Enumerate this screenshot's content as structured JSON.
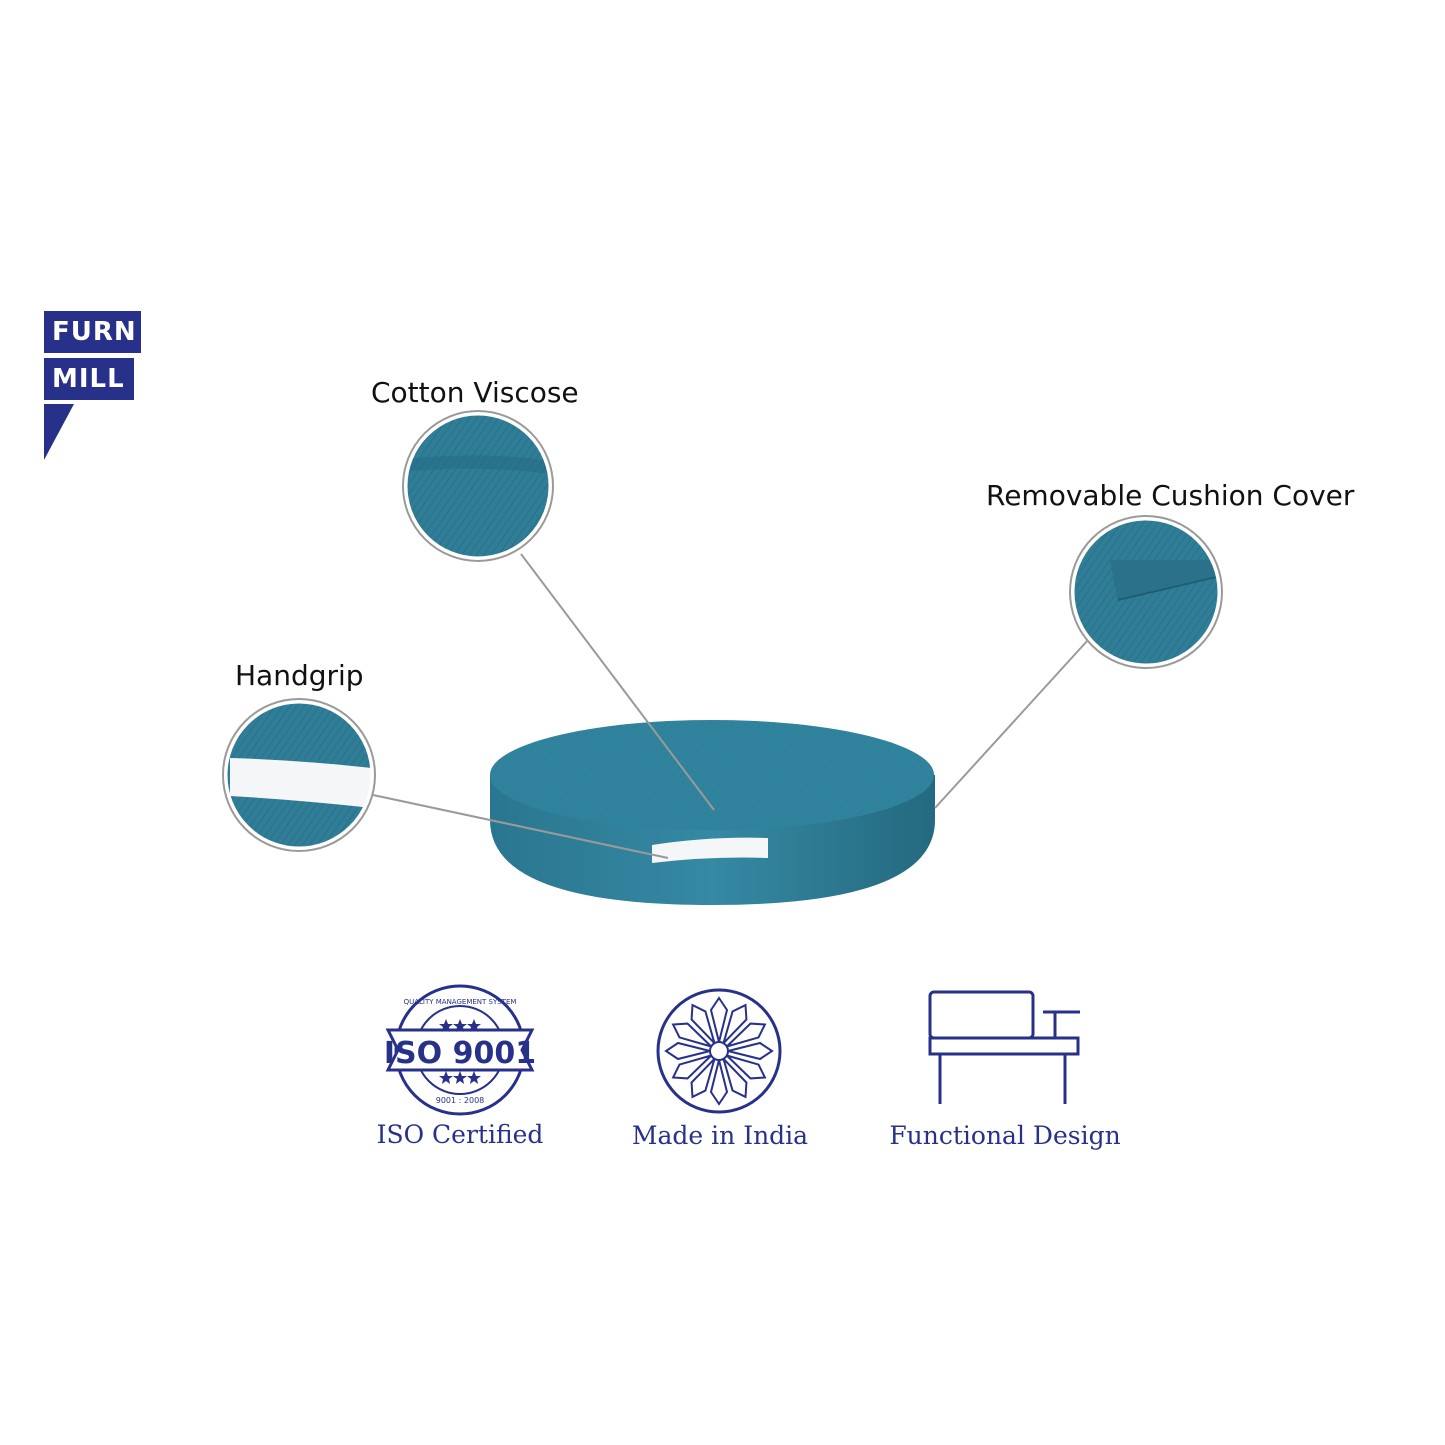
{
  "brand": {
    "line1": "FURN",
    "line2": "MILL",
    "color": "#27318a"
  },
  "features": {
    "cotton_viscose": "Cotton Viscose",
    "removable_cover": "Removable Cushion Cover",
    "handgrip": "Handgrip"
  },
  "badges": {
    "iso": {
      "label": "ISO Certified",
      "seal_title": "ISO 9001",
      "seal_top_text": "QUALITY MANAGEMENT SYSTEM",
      "seal_bottom_text": "9001 : 2008"
    },
    "india": {
      "label": "Made in India"
    },
    "design": {
      "label": "Functional Design"
    }
  },
  "colors": {
    "fabric": "#2f7d96",
    "fabric_dark": "#236a82",
    "handle": "#f4f6f7",
    "accent": "#27318a",
    "leader_line": "#9a9a9a"
  }
}
